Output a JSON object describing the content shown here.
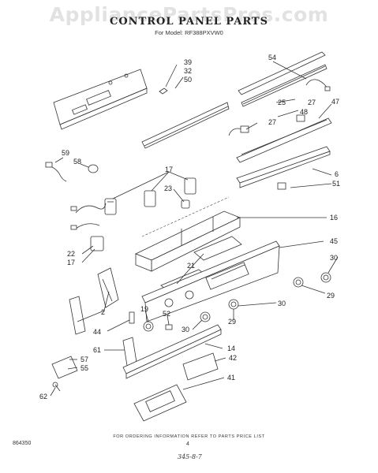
{
  "watermark": "AppliancePartsPros.com",
  "title": "CONTROL PANEL PARTS",
  "model": "For Model: RF388PXVW0",
  "footer_note": "FOR ORDERING INFORMATION REFER TO PARTS PRICE LIST",
  "page_number": "4",
  "doc_number": "864350",
  "revision": "345-8-7",
  "callouts": {
    "c39": "39",
    "c32": "32",
    "c50": "50",
    "c54": "54",
    "c25": "25",
    "c27a": "27",
    "c48": "48",
    "c27b": "27",
    "c47": "47",
    "c59": "59",
    "c58": "58",
    "c17a": "17",
    "c23": "23",
    "c6": "6",
    "c51": "51",
    "c16": "16",
    "c22": "22",
    "c17b": "17",
    "c21": "21",
    "c45": "45",
    "c30a": "30",
    "c2": "2",
    "c29a": "29",
    "c30b": "30",
    "c44": "44",
    "c19": "19",
    "c52": "52",
    "c29b": "29",
    "c30c": "30",
    "c61": "61",
    "c14": "14",
    "c57": "57",
    "c42": "42",
    "c55": "55",
    "c41": "41",
    "c62": "62"
  }
}
